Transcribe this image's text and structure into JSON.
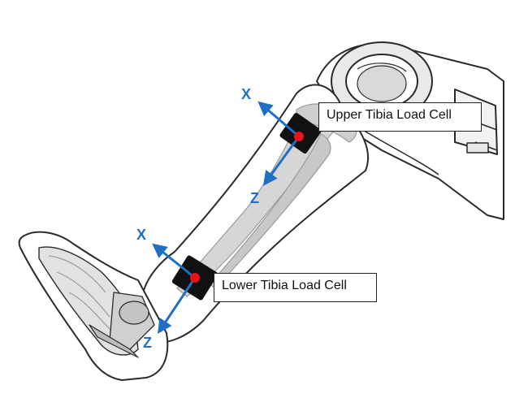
{
  "labels": {
    "upper_load_cell": "Upper Tibia Load Cell",
    "lower_load_cell": "Lower Tibia Load Cell",
    "upper_x_axis": "X",
    "upper_z_axis": "Z",
    "lower_x_axis": "X",
    "lower_z_axis": "Z"
  },
  "colors": {
    "axis_blue": "#1f6fc4",
    "sensor_point_red": "#e8141c",
    "load_cell_black": "#111111",
    "outline_gray": "#2a2a2a",
    "bone_gray": "#bdbdbd"
  }
}
